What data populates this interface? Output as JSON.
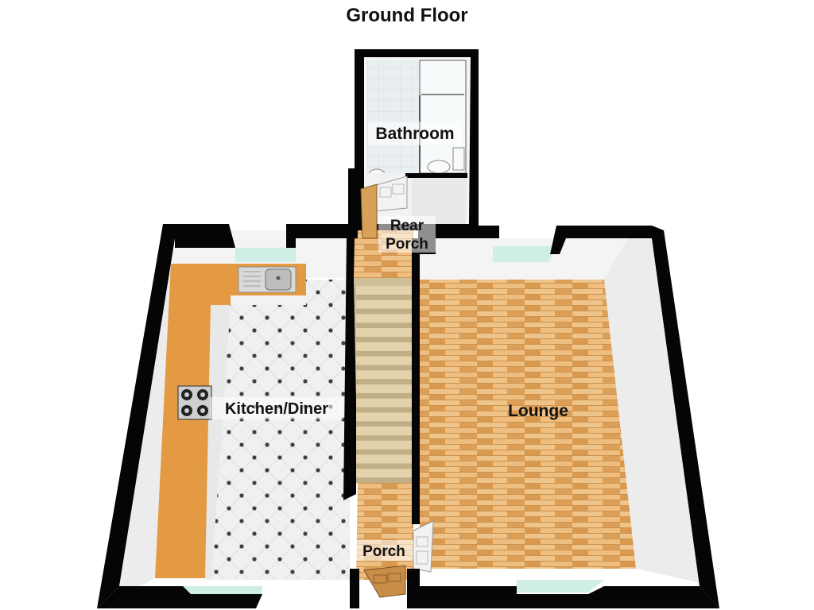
{
  "title": "Ground Floor",
  "rooms": [
    {
      "id": "bathroom",
      "label": "Bathroom"
    },
    {
      "id": "rear-porch",
      "label_lines": [
        "Rear",
        "Porch"
      ]
    },
    {
      "id": "kitchen-diner",
      "label": "Kitchen/Diner"
    },
    {
      "id": "lounge",
      "label": "Lounge"
    },
    {
      "id": "porch",
      "label": "Porch"
    }
  ],
  "colors": {
    "wall": "#050505",
    "wall_inner": "#f4f4f4",
    "wood_floor": "#e2a862",
    "wood_floor_light": "#efc48a",
    "tile_floor": "#efefef",
    "tile_dot": "#4a4a4a",
    "counter": "#e49a43",
    "window": "#cfeee6",
    "stair": "#d8c79c",
    "bath_tile": "#e8eef0"
  }
}
